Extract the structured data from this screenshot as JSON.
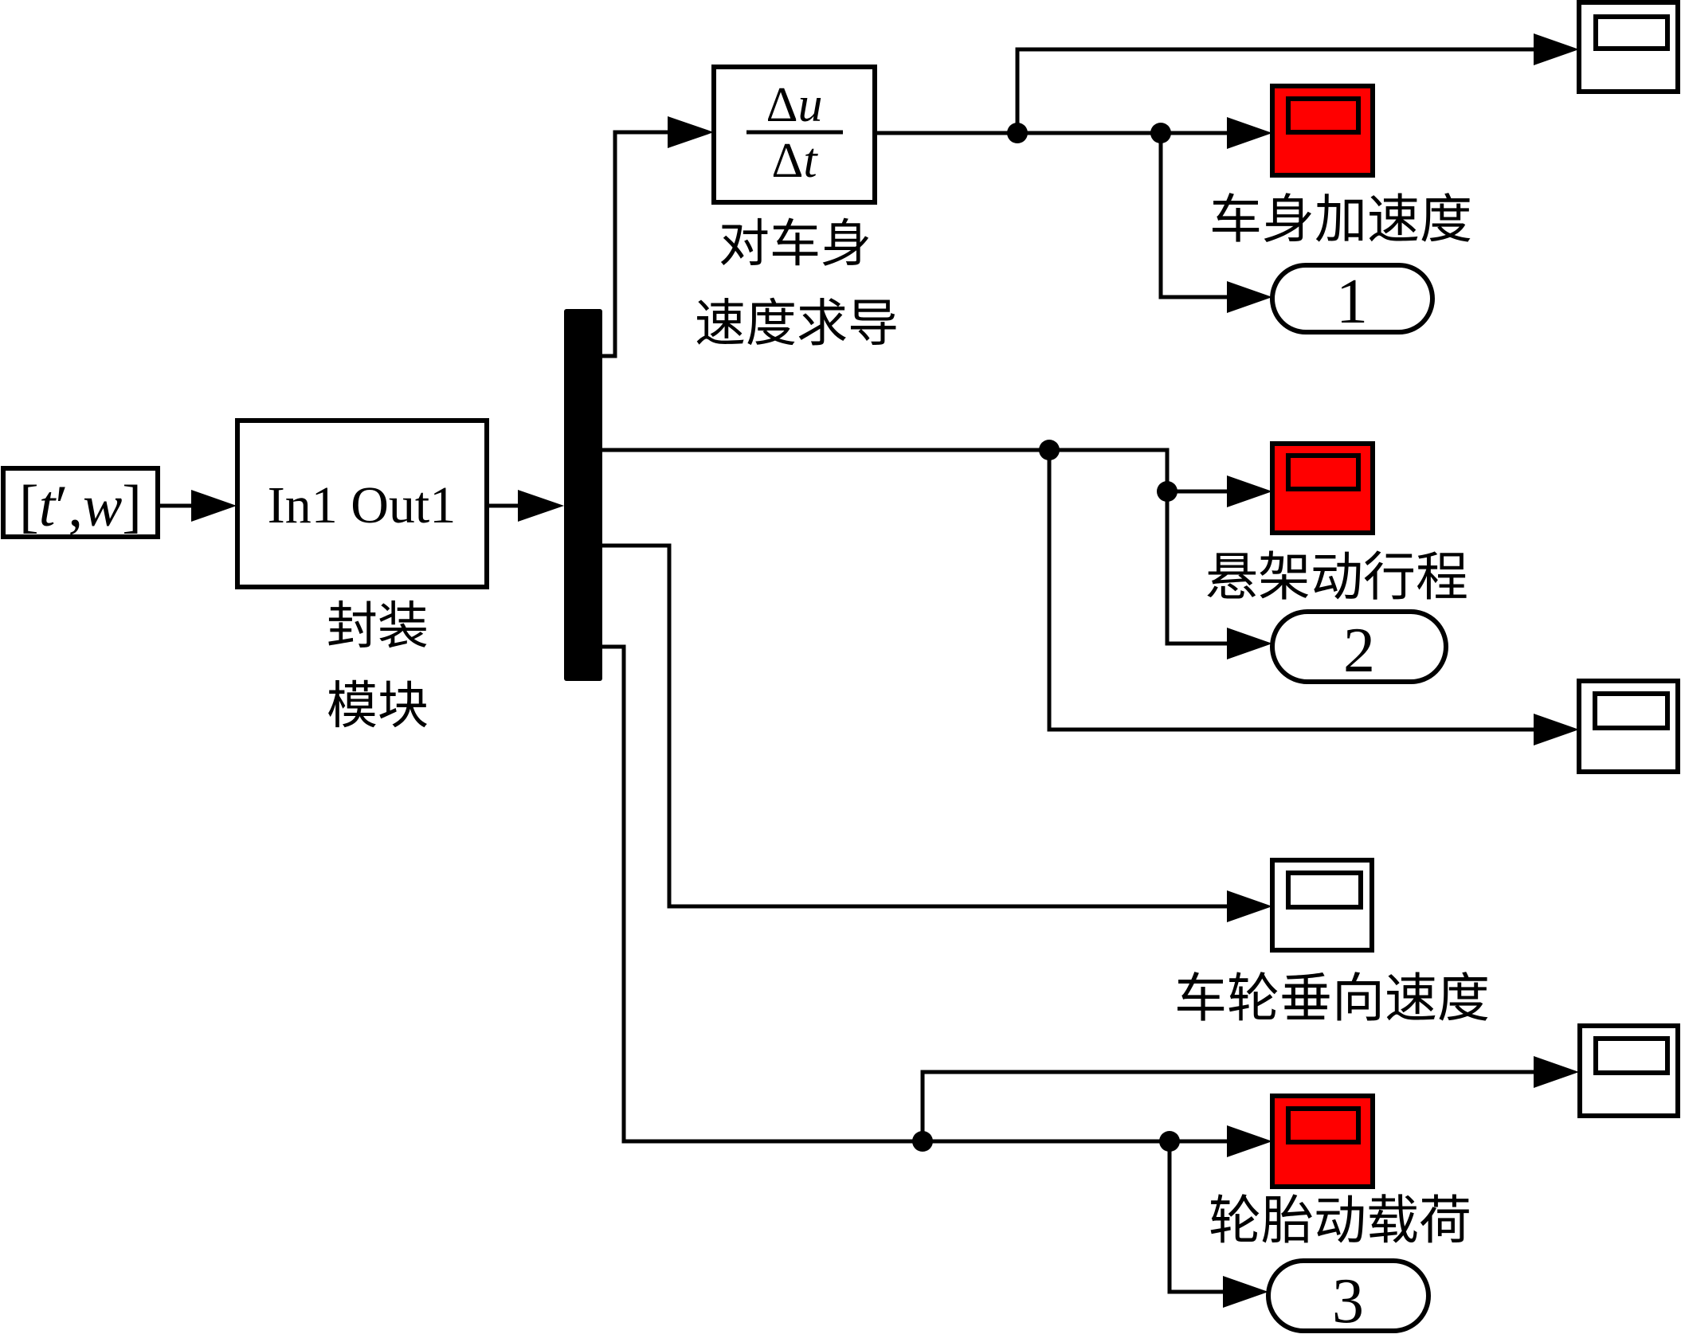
{
  "diagram": {
    "type": "simulink-block-diagram",
    "colors": {
      "line": "#000000",
      "background": "#ffffff",
      "highlight_scope": "#ff0000"
    },
    "input": {
      "label_parts": {
        "open": "[",
        "t": "t",
        "prime": "′",
        "comma": ",",
        "w": "w",
        "close": "]"
      }
    },
    "subsystem": {
      "port_text": "In1 Out1",
      "caption_line1": "封装",
      "caption_line2": "模块"
    },
    "derivative": {
      "numerator": {
        "delta": "Δ",
        "var": "u"
      },
      "denominator": {
        "delta": "Δ",
        "var": "t"
      },
      "caption_line1": "对车身",
      "caption_line2": "速度求导"
    },
    "outputs": {
      "body_accel": {
        "label": "车身加速度",
        "outport": "1"
      },
      "suspension_travel": {
        "label": "悬架动行程",
        "outport": "2"
      },
      "wheel_velocity": {
        "label": "车轮垂向速度"
      },
      "tire_load": {
        "label": "轮胎动载荷",
        "outport": "3"
      }
    },
    "blocks": [
      {
        "id": "input-from",
        "kind": "From / signal source"
      },
      {
        "id": "subsystem",
        "kind": "Subsystem"
      },
      {
        "id": "demux",
        "kind": "Demux",
        "outputs": 4
      },
      {
        "id": "derivative",
        "kind": "Derivative"
      },
      {
        "id": "scope-body-accel-plain",
        "kind": "Scope"
      },
      {
        "id": "scope-body-accel-red",
        "kind": "Scope (highlighted)"
      },
      {
        "id": "scope-susp-red",
        "kind": "Scope (highlighted)"
      },
      {
        "id": "scope-susp-plain",
        "kind": "Scope"
      },
      {
        "id": "scope-wheel-vel",
        "kind": "Scope"
      },
      {
        "id": "scope-tire-plain",
        "kind": "Scope"
      },
      {
        "id": "scope-tire-red",
        "kind": "Scope (highlighted)"
      },
      {
        "id": "outport-1",
        "kind": "Outport"
      },
      {
        "id": "outport-2",
        "kind": "Outport"
      },
      {
        "id": "outport-3",
        "kind": "Outport"
      }
    ]
  }
}
